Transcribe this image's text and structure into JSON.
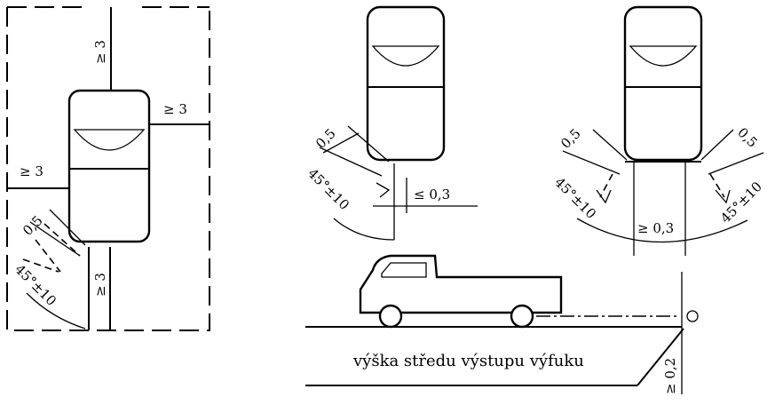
{
  "labels": {
    "ge3": "≥ 3",
    "half": "0,5",
    "angle": "45°±10",
    "le03": "≤ 0,3",
    "ge03": "≥ 0,3",
    "ge02": "≥ 0,2",
    "caption": "výška středu výstupu výfuku"
  }
}
